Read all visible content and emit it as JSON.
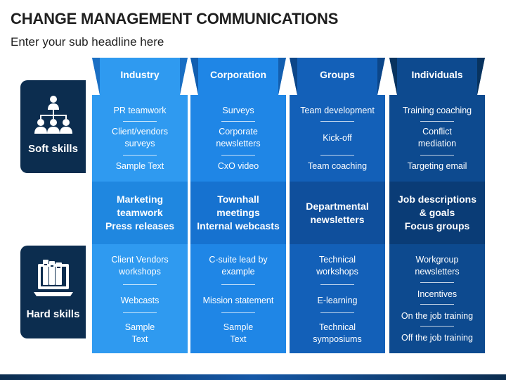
{
  "title": "CHANGE MANAGEMENT COMMUNICATIONS",
  "subtitle": "Enter your sub headline here",
  "rows": {
    "soft": {
      "label": "Soft skills",
      "icon": "org-people-icon"
    },
    "hard": {
      "label": "Hard skills",
      "icon": "books-laptop-icon"
    }
  },
  "columns": [
    {
      "header": "Industry",
      "soft": [
        "PR teamwork",
        "Client/vendors\nsurveys",
        "Sample Text"
      ],
      "mid": "Marketing\nteamwork\nPress releases",
      "hard": [
        "Client Vendors\nworkshops",
        "Webcasts",
        "Sample\nText"
      ]
    },
    {
      "header": "Corporation",
      "soft": [
        "Surveys",
        "Corporate\nnewsletters",
        "CxO video"
      ],
      "mid": "Townhall\nmeetings\nInternal webcasts",
      "hard": [
        "C-suite lead by\nexample",
        "Mission statement",
        "Sample\nText"
      ]
    },
    {
      "header": "Groups",
      "soft": [
        "Team development",
        "Kick-off",
        "Team coaching"
      ],
      "mid": "Departmental\nnewsletters",
      "hard": [
        "Technical\nworkshops",
        "E-learning",
        "Technical\nsymposiums"
      ]
    },
    {
      "header": "Individuals",
      "soft": [
        "Training coaching",
        "Conflict\nmediation",
        "Targeting email"
      ],
      "mid": "Job descriptions\n& goals\nFocus groups",
      "hard": [
        "Workgroup\nnewsletters",
        "Incentives",
        "On the job training",
        "Off the job training"
      ]
    }
  ],
  "colors": {
    "col1": "#2f9af0",
    "col1_mid": "#1f87e0",
    "col2": "#1f86e6",
    "col2_mid": "#1672d0",
    "col3": "#1360b8",
    "col3_mid": "#0f4f9c",
    "col4": "#0d4a8f",
    "col4_mid": "#0a3c76",
    "side": "#0c2d4f"
  }
}
